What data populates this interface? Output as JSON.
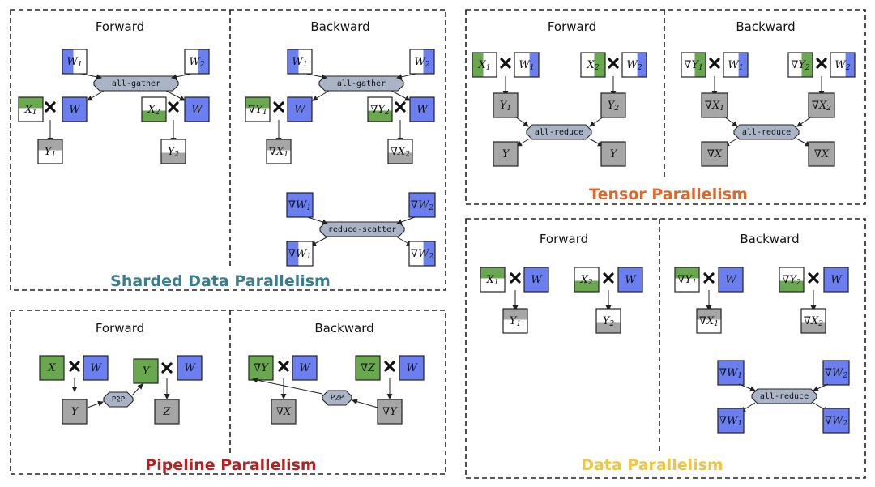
{
  "sections": {
    "sharded": {
      "title": "Sharded Data Parallelism",
      "title_color": "#3a7d8c",
      "forward": "Forward",
      "backward": "Backward",
      "op_forward": "all-gather",
      "op_backward": "all-gather",
      "op_grad": "reduce-scatter",
      "w1": "W1",
      "w2": "W2",
      "w": "W",
      "x1": "X1",
      "x2": "X2",
      "y1": "Y1",
      "y2": "Y2",
      "gy1": "∇Y1",
      "gy2": "∇Y2",
      "gx1": "∇X1",
      "gx2": "∇X2",
      "gw_1": "∇W1",
      "gw_2": "∇W2",
      "gw1": "∇W1",
      "gw2": "∇W2"
    },
    "tensor": {
      "title": "Tensor Parallelism",
      "title_color": "#e2662a",
      "forward": "Forward",
      "backward": "Backward",
      "op": "all-reduce",
      "x1": "X1",
      "x2": "X2",
      "w1": "W1",
      "w2": "W2",
      "y_1": "Y1",
      "y_2": "Y2",
      "y": "Y",
      "gy1": "∇Y1",
      "gy2": "∇Y2",
      "gx_1": "∇X1",
      "gx_2": "∇X2",
      "gx": "∇X"
    },
    "pipeline": {
      "title": "Pipeline Parallelism",
      "title_color": "#b22222",
      "forward": "Forward",
      "backward": "Backward",
      "op": "P2P",
      "x": "X",
      "w": "W",
      "y": "Y",
      "z": "Z",
      "gy": "∇Y",
      "gz": "∇Z",
      "gx": "∇X"
    },
    "data": {
      "title": "Data Parallelism",
      "title_color": "#f0c640",
      "forward": "Forward",
      "backward": "Backward",
      "op": "all-reduce",
      "x1": "X1",
      "x2": "X2",
      "w": "W",
      "y1": "Y1",
      "y2": "Y2",
      "gy1": "∇Y1",
      "gy2": "∇Y2",
      "gx1": "∇X1",
      "gx2": "∇X2",
      "gw_1": "∇W1",
      "gw_2": "∇W2",
      "gw1": "∇W1",
      "gw2": "∇W2"
    }
  },
  "colors": {
    "blue": "#6b7ff0",
    "green": "#6aa84f",
    "gray": "#a6a6a6",
    "op_fill": "#aab4c6"
  }
}
